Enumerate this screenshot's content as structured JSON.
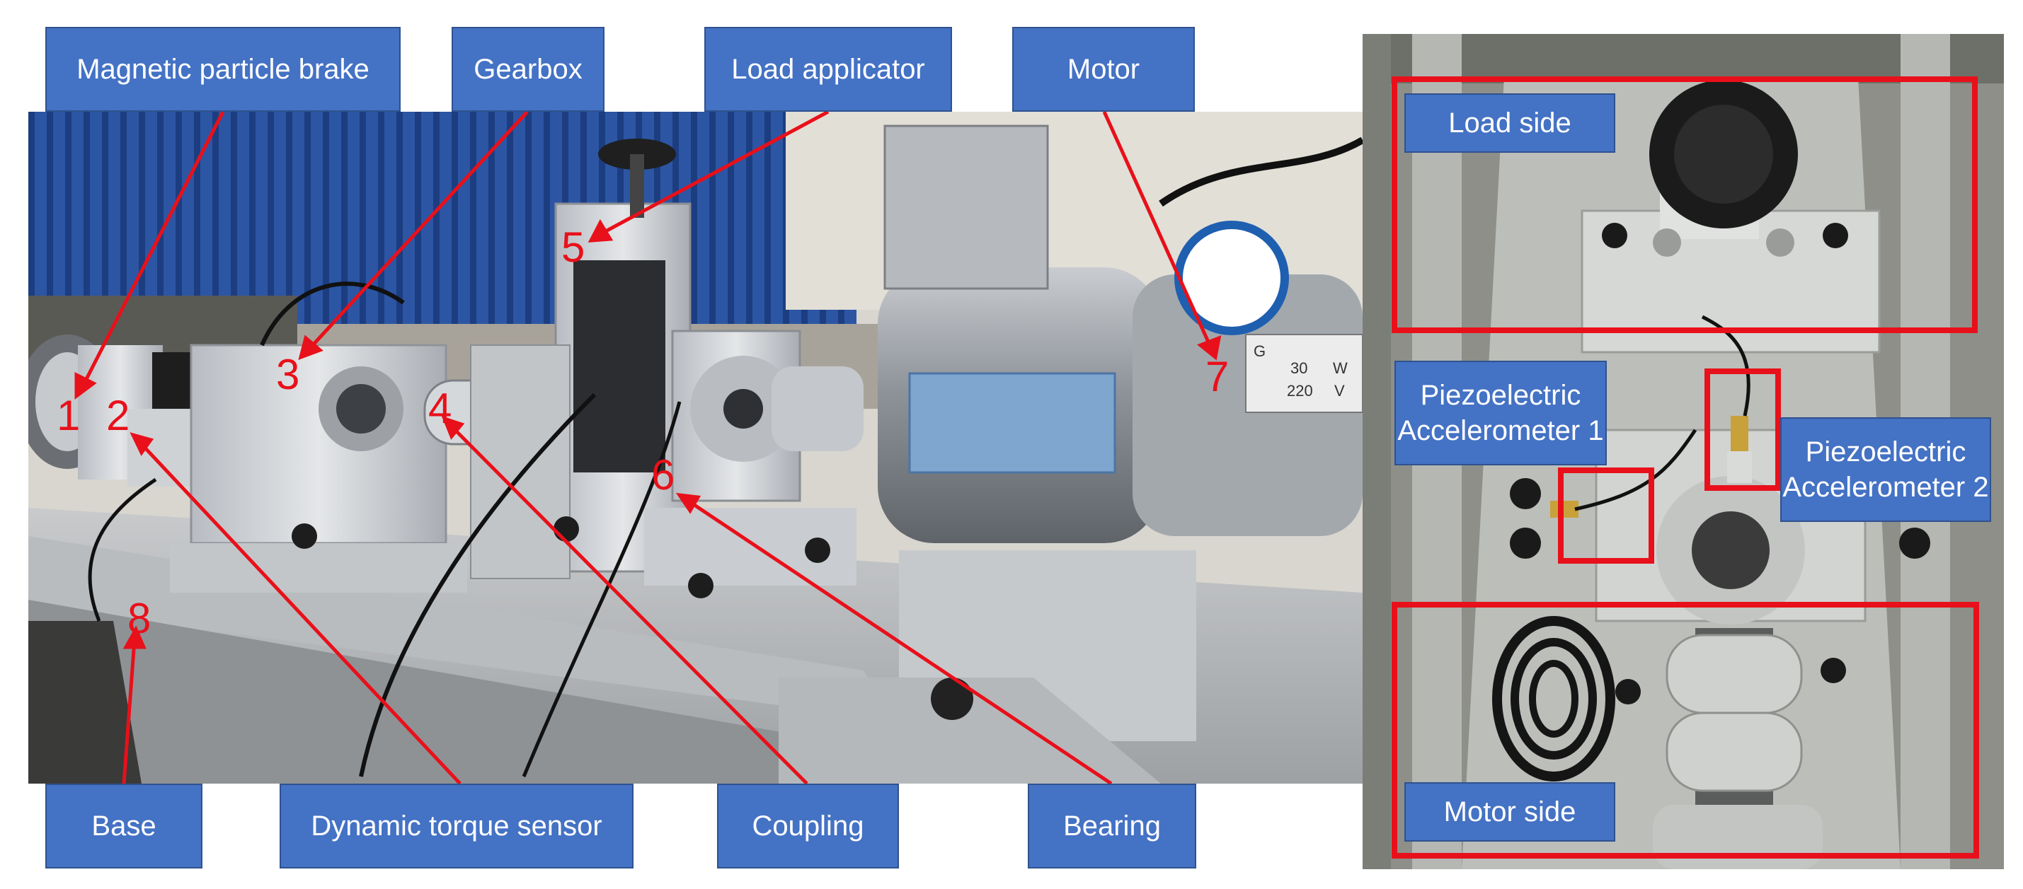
{
  "top_labels": {
    "brake": "Magnetic particle brake",
    "gearbox": "Gearbox",
    "load_applicator": "Load applicator",
    "motor": "Motor"
  },
  "bottom_labels": {
    "base": "Base",
    "torque_sensor": "Dynamic torque sensor",
    "coupling": "Coupling",
    "bearing": "Bearing"
  },
  "numbers": [
    "1",
    "2",
    "3",
    "4",
    "5",
    "6",
    "7",
    "8"
  ],
  "right_labels": {
    "load_side": "Load side",
    "accel1_line1": "Piezoelectric",
    "accel1_line2": "Accelerometer 1",
    "accel2_line1": "Piezoelectric",
    "accel2_line2": "Accelerometer 2",
    "motor_side": "Motor side"
  },
  "motor_plate": {
    "g": "G",
    "w_value": "30",
    "w_unit": "W",
    "v_value": "220",
    "v_unit": "V"
  },
  "colors": {
    "label_fill": "#4472c4",
    "annotation_red": "#e8101a"
  }
}
